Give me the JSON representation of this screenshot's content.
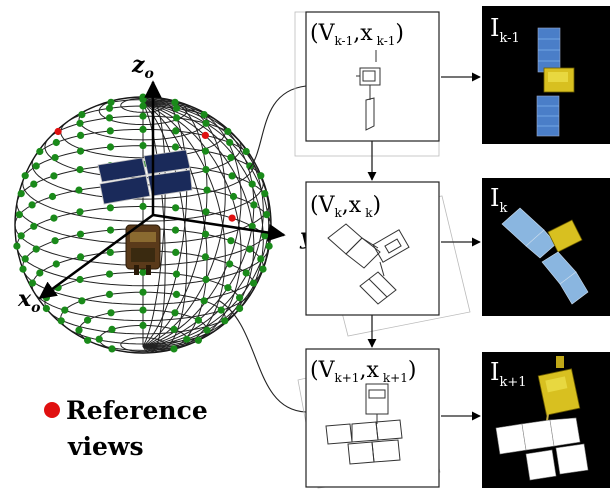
{
  "axes": {
    "z": "z",
    "y": "y",
    "x": "x",
    "subscript": "o"
  },
  "legend": {
    "line1": "Reference",
    "line2": "views"
  },
  "frames": [
    {
      "v": "V",
      "v_sub": "k-1",
      "x": "x",
      "x_sub": "k-1",
      "mid": ",",
      "image_label": "I",
      "image_sub": "k-1"
    },
    {
      "v": "V",
      "v_sub": "k",
      "x": "x",
      "x_sub": "k",
      "mid": ",",
      "image_label": "I",
      "image_sub": "k"
    },
    {
      "v": "V",
      "v_sub": "k+1",
      "x": "x",
      "x_sub": "k+1",
      "mid": ",",
      "image_label": "I",
      "image_sub": "k+1"
    }
  ],
  "colors": {
    "view_point": "#1a8a1a",
    "reference_point": "#e01010",
    "grid": "#111111",
    "panel": "#1a2a5a"
  }
}
